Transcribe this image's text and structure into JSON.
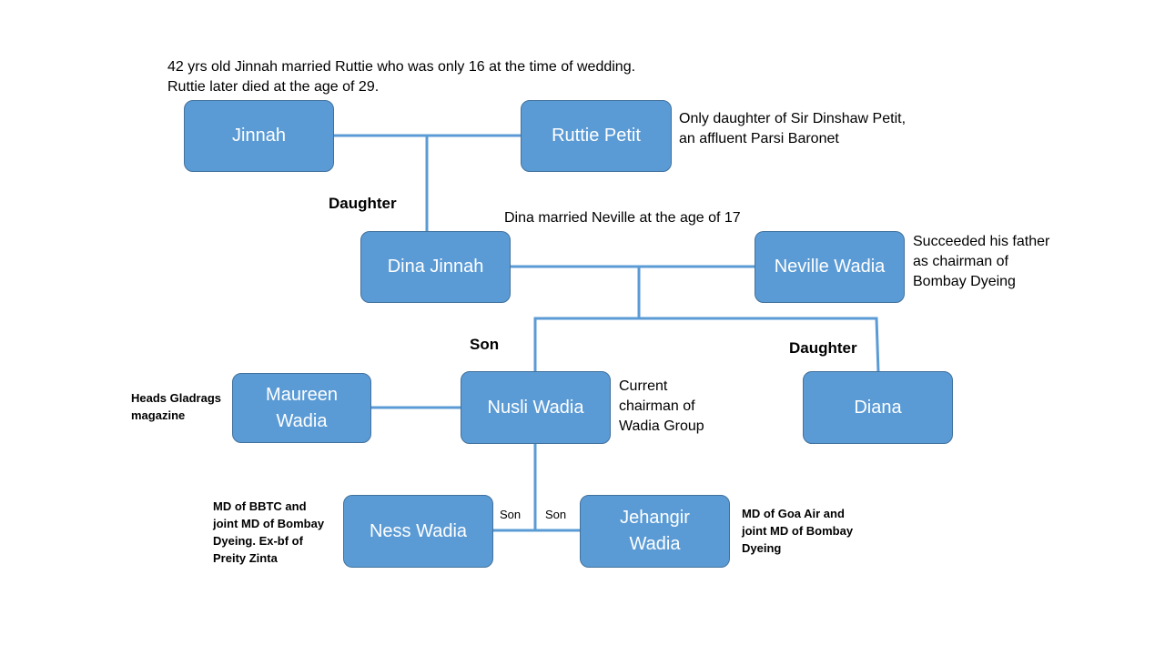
{
  "people": {
    "jinnah": "Jinnah",
    "ruttie": "Ruttie Petit",
    "dina": "Dina Jinnah",
    "neville": "Neville Wadia",
    "maureen_line1": "Maureen",
    "maureen_line2": "Wadia",
    "nusli": "Nusli Wadia",
    "diana": "Diana",
    "ness": "Ness Wadia",
    "jehangir_line1": "Jehangir",
    "jehangir_line2": "Wadia"
  },
  "notes": {
    "top": "42 yrs old Jinnah married Ruttie who was only 16 at the time of wedding.\nRuttie later died at the age of 29.",
    "ruttie": "Only daughter of Sir Dinshaw Petit,\nan affluent Parsi Baronet",
    "dina_marriage": "Dina married Neville at the age of 17",
    "neville": "Succeeded his father\nas chairman of\nBombay Dyeing",
    "maureen": "Heads Gladrags\nmagazine",
    "nusli": "Current\nchairman of\nWadia Group",
    "ness": "MD of BBTC and\njoint MD of Bombay\nDyeing. Ex-bf of\nPreity Zinta",
    "jehangir": "MD of Goa Air and\njoint MD of Bombay\nDyeing"
  },
  "relations": {
    "daughter_1": "Daughter",
    "son_1": "Son",
    "daughter_2": "Daughter",
    "son_ness": "Son",
    "son_jehangir": "Son"
  },
  "colors": {
    "box_fill": "#5b9bd5",
    "box_border": "#41719c",
    "connector": "#5b9bd5",
    "box_text": "#ffffff"
  }
}
